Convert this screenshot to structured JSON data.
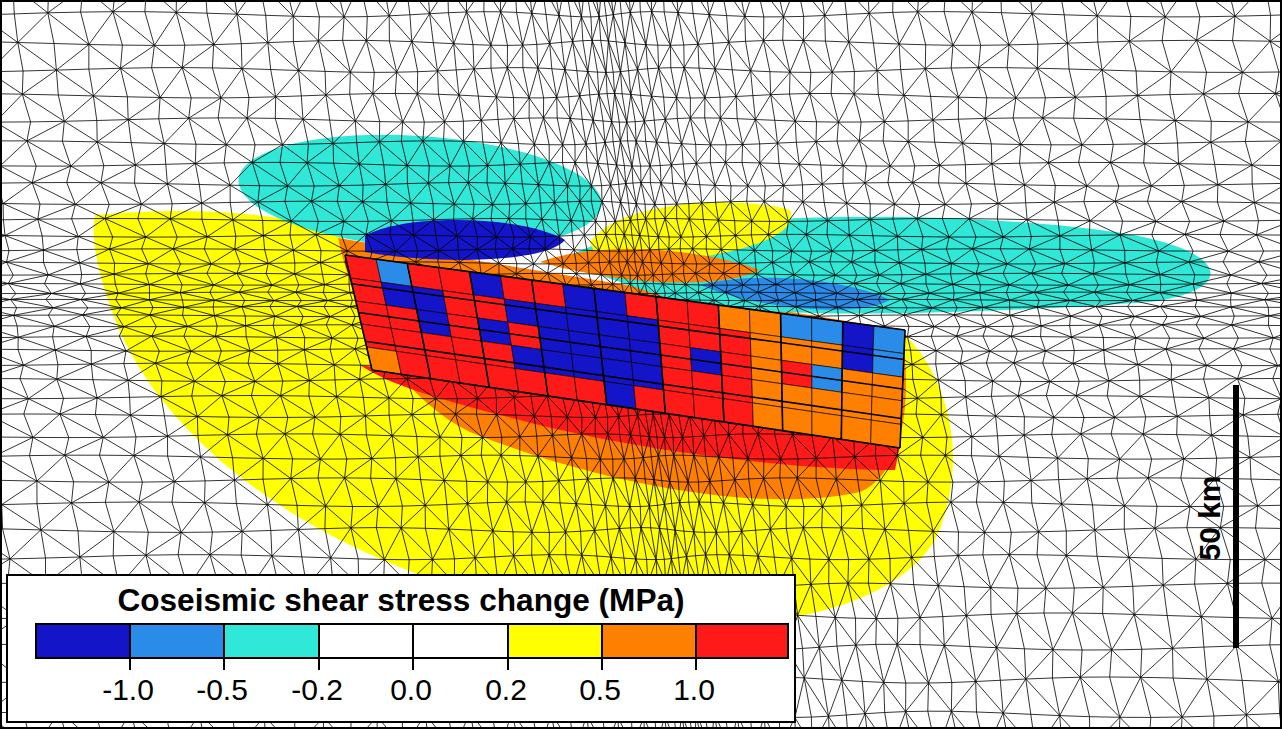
{
  "diagram": {
    "nodes": [
      {
        "text": [
          "Coseismic shear stress change (MPa)"
        ]
      }
    ],
    "labels": [
      "-1.0",
      "-0.5",
      "-0.2",
      "0.0",
      "0.2",
      "0.5",
      "1.0",
      "50 km"
    ]
  }
}
